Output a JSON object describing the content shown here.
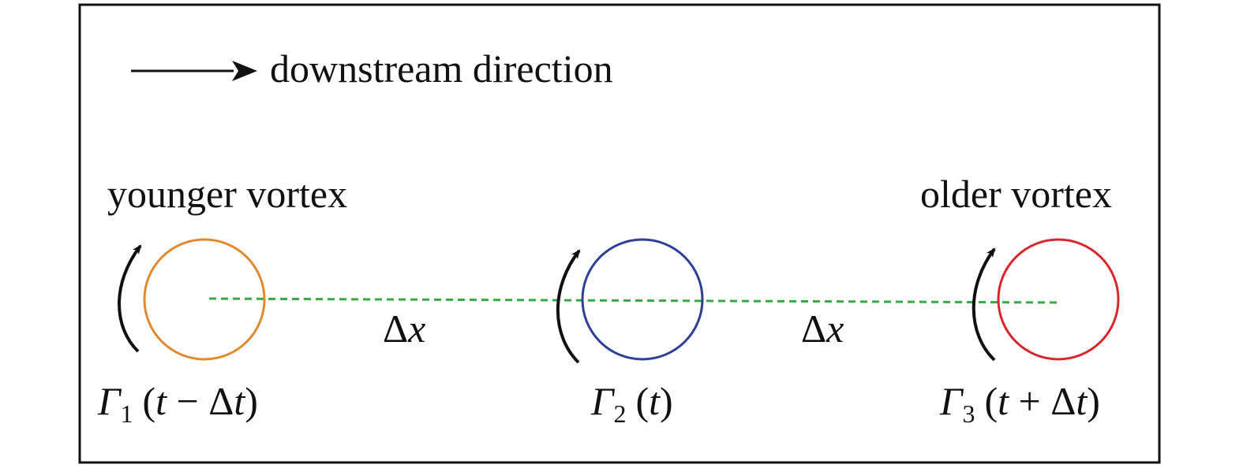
{
  "legend": {
    "arrow_label": "downstream direction"
  },
  "vortices": [
    {
      "id": "younger",
      "title": "younger vortex",
      "circle_color": "#e08a30",
      "symbol": "Γ",
      "subscript": "1",
      "time_open": "(",
      "time_var": "t",
      "time_op": " − ",
      "time_delta": "Δ",
      "time_var2": "t",
      "time_close": ")"
    },
    {
      "id": "middle",
      "title": "",
      "circle_color": "#2e3f96",
      "symbol": "Γ",
      "subscript": "2",
      "time_open": "(",
      "time_var": "t",
      "time_op": "",
      "time_delta": "",
      "time_var2": "",
      "time_close": ")"
    },
    {
      "id": "older",
      "title": "older vortex",
      "circle_color": "#d8262d",
      "symbol": "Γ",
      "subscript": "3",
      "time_open": "(",
      "time_var": "t",
      "time_op": " + ",
      "time_delta": "Δ",
      "time_var2": "t",
      "time_close": ")"
    }
  ],
  "spacing": [
    {
      "delta": "Δ",
      "var": "x"
    },
    {
      "delta": "Δ",
      "var": "x"
    }
  ],
  "colors": {
    "border": "#111111",
    "arrow": "#111111",
    "centerline": "#3aa845"
  },
  "icons": {
    "direction_arrow": "right-arrow-icon",
    "rotation_arrow": "counterclockwise-arrow-icon"
  }
}
